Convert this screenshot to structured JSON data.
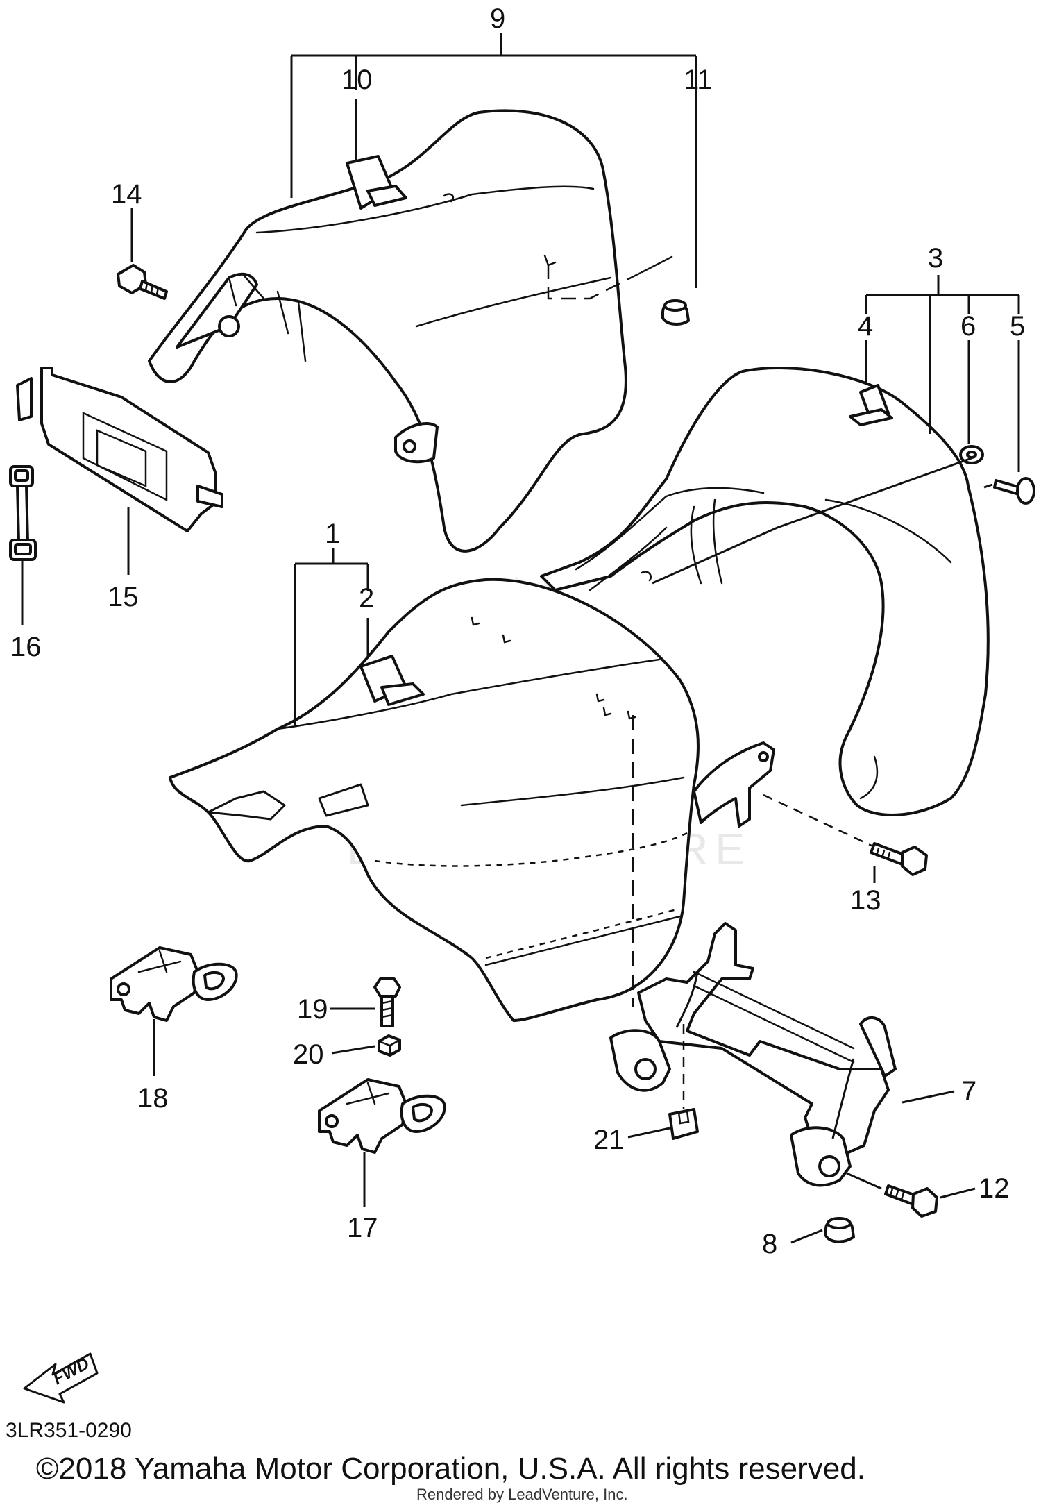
{
  "diagram": {
    "code": "3LR351-0290",
    "copyright": "©2018 Yamaha Motor Corporation, U.S.A. All rights reserved.",
    "rendered_by": "Rendered by LeadVenture, Inc.",
    "watermark": "LEADVENTURE",
    "direction_arrow": "FWD",
    "callouts": [
      "1",
      "2",
      "3",
      "4",
      "5",
      "6",
      "7",
      "8",
      "9",
      "10",
      "11",
      "12",
      "13",
      "14",
      "15",
      "16",
      "17",
      "18",
      "19",
      "20",
      "21"
    ]
  }
}
